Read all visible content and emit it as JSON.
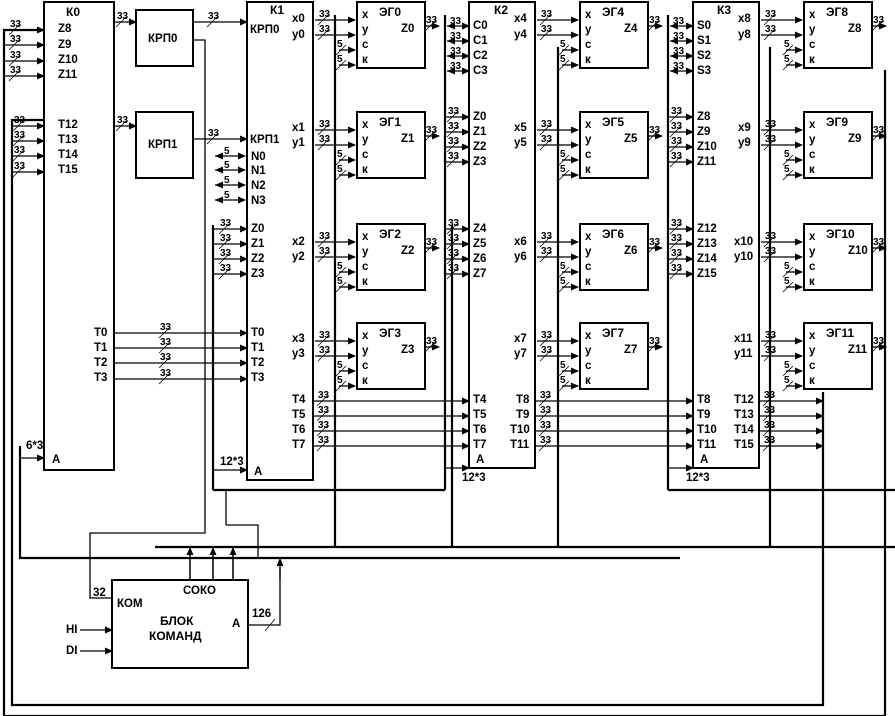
{
  "diagram": {
    "k0": {
      "title": "К0",
      "inputs": [
        "Z8",
        "Z9",
        "Z10",
        "Z11",
        "T12",
        "T13",
        "T14",
        "T15"
      ],
      "outputs": [
        "T0",
        "T1",
        "T2",
        "T3"
      ],
      "addr": "A"
    },
    "krp0": "КРП0",
    "krp1": "КРП1",
    "k1": {
      "title": "К1",
      "inputs": [
        "КРП0",
        "КРП1",
        "N0",
        "N1",
        "N2",
        "N3",
        "Z0",
        "Z1",
        "Z2",
        "Z3",
        "T0",
        "T1",
        "T2",
        "T3"
      ],
      "right": [
        "x0",
        "y0",
        "x1",
        "y1",
        "x2",
        "y2",
        "x3",
        "y3",
        "T4",
        "T5",
        "T6",
        "T7"
      ],
      "addr": "A"
    },
    "k2": {
      "title": "К2",
      "inputs": [
        "C0",
        "C1",
        "C2",
        "C3",
        "Z0",
        "Z1",
        "Z2",
        "Z3",
        "Z4",
        "Z5",
        "Z6",
        "Z7",
        "T4",
        "T5",
        "T6",
        "T7"
      ],
      "right": [
        "x4",
        "y4",
        "x5",
        "y5",
        "x6",
        "y6",
        "x7",
        "y7",
        "T8",
        "T9",
        "T10",
        "T11"
      ],
      "addr": "A"
    },
    "k3": {
      "title": "К3",
      "inputs": [
        "S0",
        "S1",
        "S2",
        "S3",
        "Z8",
        "Z9",
        "Z10",
        "Z11",
        "Z12",
        "Z13",
        "Z14",
        "Z15",
        "T8",
        "T9",
        "T10",
        "T11"
      ],
      "right": [
        "x8",
        "y8",
        "x9",
        "y9",
        "x10",
        "y10",
        "x11",
        "y11",
        "T12",
        "T13",
        "T14",
        "T15"
      ],
      "addr": "A"
    },
    "eg": [
      {
        "title": "ЭГ0",
        "out": "Z0"
      },
      {
        "title": "ЭГ1",
        "out": "Z1"
      },
      {
        "title": "ЭГ2",
        "out": "Z2"
      },
      {
        "title": "ЭГ3",
        "out": "Z3"
      },
      {
        "title": "ЭГ4",
        "out": "Z4"
      },
      {
        "title": "ЭГ5",
        "out": "Z5"
      },
      {
        "title": "ЭГ6",
        "out": "Z6"
      },
      {
        "title": "ЭГ7",
        "out": "Z7"
      },
      {
        "title": "ЭГ8",
        "out": "Z8"
      },
      {
        "title": "ЭГ9",
        "out": "Z9"
      },
      {
        "title": "ЭГ10",
        "out": "Z10"
      },
      {
        "title": "ЭГ11",
        "out": "Z11"
      }
    ],
    "eg_ports": [
      "x",
      "y",
      "c",
      "к"
    ],
    "block": {
      "line1": "БЛОК",
      "line2": "КОМАНД",
      "kom": "КОМ",
      "soko": "СОКО",
      "a": "A",
      "h": "HI",
      "d": "DI"
    },
    "widths": {
      "w33": "33",
      "w5": "5",
      "w6x3": "6*3",
      "w12x3": "12*3",
      "w32": "32",
      "w126": "126"
    }
  }
}
